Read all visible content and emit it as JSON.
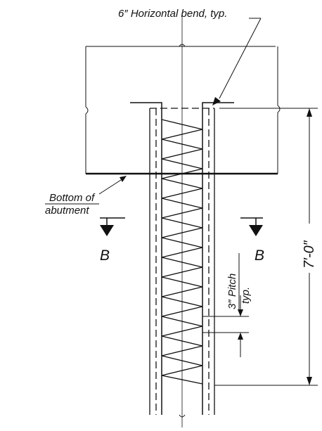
{
  "labels": {
    "horizontal_bend": "6″ Horizontal bend, typ.",
    "bottom_line1": "Bottom of",
    "bottom_line2": "abutment",
    "section_left": "B",
    "section_right": "B",
    "pitch_line1": "3″ Pitch",
    "pitch_line2": "typ.",
    "dimension": "7′-0″"
  }
}
